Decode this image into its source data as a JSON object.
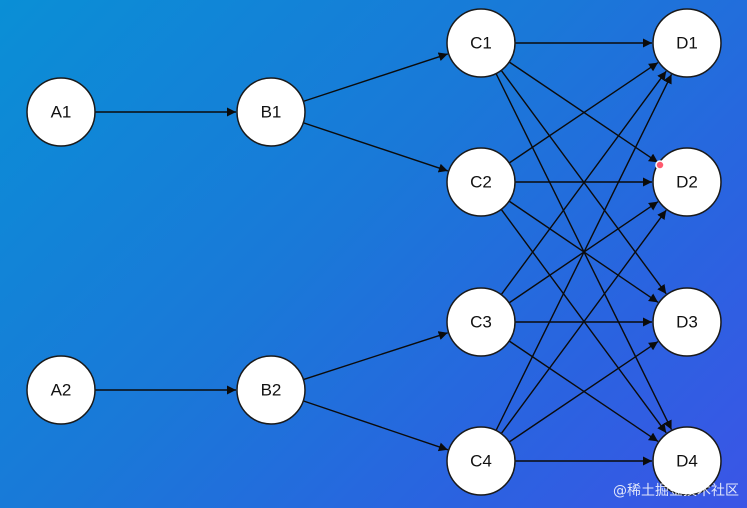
{
  "diagram": {
    "node_labels": [
      "A1",
      "B1",
      "A2",
      "B2",
      "C1",
      "C2",
      "C3",
      "C4",
      "D1",
      "D2",
      "D3",
      "D4"
    ],
    "edges": [
      [
        "A1",
        "B1"
      ],
      [
        "A2",
        "B2"
      ],
      [
        "B1",
        "C1"
      ],
      [
        "B1",
        "C2"
      ],
      [
        "B2",
        "C3"
      ],
      [
        "B2",
        "C4"
      ],
      [
        "C1",
        "D1"
      ],
      [
        "C1",
        "D2"
      ],
      [
        "C1",
        "D3"
      ],
      [
        "C1",
        "D4"
      ],
      [
        "C2",
        "D1"
      ],
      [
        "C2",
        "D2"
      ],
      [
        "C2",
        "D3"
      ],
      [
        "C2",
        "D4"
      ],
      [
        "C3",
        "D1"
      ],
      [
        "C3",
        "D2"
      ],
      [
        "C3",
        "D3"
      ],
      [
        "C3",
        "D4"
      ],
      [
        "C4",
        "D1"
      ],
      [
        "C4",
        "D2"
      ],
      [
        "C4",
        "D3"
      ],
      [
        "C4",
        "D4"
      ]
    ]
  },
  "colors": {
    "background_start": "#0a8fd6",
    "background_end": "#3b55e6",
    "node_fill": "#ffffff",
    "edge": "#0b0b0b",
    "cursor_dot": "#ff5a6e"
  },
  "watermark": {
    "text": "@稀土掘金技术社区"
  }
}
